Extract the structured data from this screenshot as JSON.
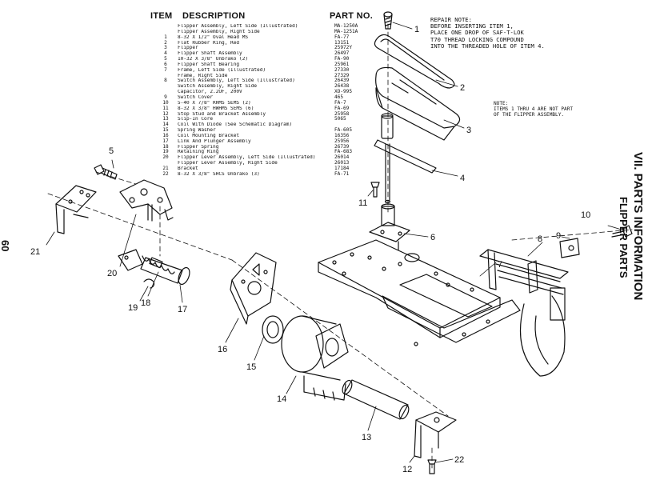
{
  "header": {
    "item": "ITEM",
    "description": "DESCRIPTION",
    "part_no": "PART NO."
  },
  "parts_list": [
    {
      "item": "",
      "description": "Flipper Assembly, Left Side (Illustrated)",
      "part_no": "MA-1250A"
    },
    {
      "item": "",
      "description": "Flipper Assembly, Right Side",
      "part_no": "MA-1251A"
    },
    {
      "item": "1",
      "description": "8-32 X 1/2\" Oval Head MS",
      "part_no": "FA-77"
    },
    {
      "item": "2",
      "description": "Flat Rubber Ring, Red",
      "part_no": "13151"
    },
    {
      "item": "3",
      "description": "Flipper",
      "part_no": "25972Y"
    },
    {
      "item": "4",
      "description": "Flipper Shaft Assembly",
      "part_no": "26497"
    },
    {
      "item": "5",
      "description": "10-32 X 3/8\" Unbrako (2)",
      "part_no": "FA-90"
    },
    {
      "item": "6",
      "description": "Flipper Shaft Bearing",
      "part_no": "25961"
    },
    {
      "item": "7",
      "description": "Frame, Left Side (Illustrated)",
      "part_no": "27330"
    },
    {
      "item": "",
      "description": "Frame, Right Side",
      "part_no": "27329"
    },
    {
      "item": "8",
      "description": "Switch Assembly, Left Side (Illustrated)",
      "part_no": "26439"
    },
    {
      "item": "",
      "description": "Switch Assembly, Right Side",
      "part_no": "26438"
    },
    {
      "item": "",
      "description": "Capacitor, 2.2UF, 200V",
      "part_no": "XO-995"
    },
    {
      "item": "9",
      "description": "Switch Cover",
      "part_no": "465"
    },
    {
      "item": "10",
      "description": "5-40 X 7/8\" RHMS SEMS (2)",
      "part_no": "FA-7"
    },
    {
      "item": "11",
      "description": "8-32 X 3/8\" HWHMS SEMS (6)",
      "part_no": "FA-69"
    },
    {
      "item": "12",
      "description": "Stop Stud and Bracket Assembly",
      "part_no": "25958"
    },
    {
      "item": "13",
      "description": "Slip-In Core",
      "part_no": "5065"
    },
    {
      "item": "14",
      "description": "Coil With Diode (See Schematic Diagram)",
      "part_no": ""
    },
    {
      "item": "15",
      "description": "Spring Washer",
      "part_no": "FA-605"
    },
    {
      "item": "16",
      "description": "Coil Mounting Bracket",
      "part_no": "16356"
    },
    {
      "item": "17",
      "description": "Link And Plunger Assembly",
      "part_no": "25956"
    },
    {
      "item": "18",
      "description": "Flipper Spring",
      "part_no": "26739"
    },
    {
      "item": "19",
      "description": "Retaining Ring",
      "part_no": "FA-683"
    },
    {
      "item": "20",
      "description": "Flipper Lever Assembly, Left Side (Illustrated)",
      "part_no": "26014"
    },
    {
      "item": "",
      "description": "Flipper Lever Assembly, Right Side",
      "part_no": "26013"
    },
    {
      "item": "21",
      "description": "Bracket",
      "part_no": "17184"
    },
    {
      "item": "22",
      "description": "8-32 X 3/8\" SHCS Unbrako (3)",
      "part_no": "FA-71"
    }
  ],
  "repair_note": [
    "REPAIR NOTE:",
    "BEFORE INSERTING ITEM 1,",
    "PLACE ONE DROP OF SAF-T-LOK",
    "T70 THREAD LOCKING COMPOUND",
    "INTO THE THREADED HOLE OF ITEM 4."
  ],
  "note": [
    "NOTE:",
    "ITEMS 1 THRU 4 ARE NOT PART",
    "OF THE FLIPPER ASSEMBLY."
  ],
  "side_title": {
    "line1": "VII. PARTS INFORMATION",
    "line2": "FLIPPER PARTS"
  },
  "page_number": "60",
  "callouts": [
    "1",
    "2",
    "3",
    "4",
    "5",
    "6",
    "7",
    "8",
    "9",
    "10",
    "11",
    "12",
    "13",
    "14",
    "15",
    "16",
    "17",
    "18",
    "19",
    "20",
    "21",
    "22"
  ]
}
